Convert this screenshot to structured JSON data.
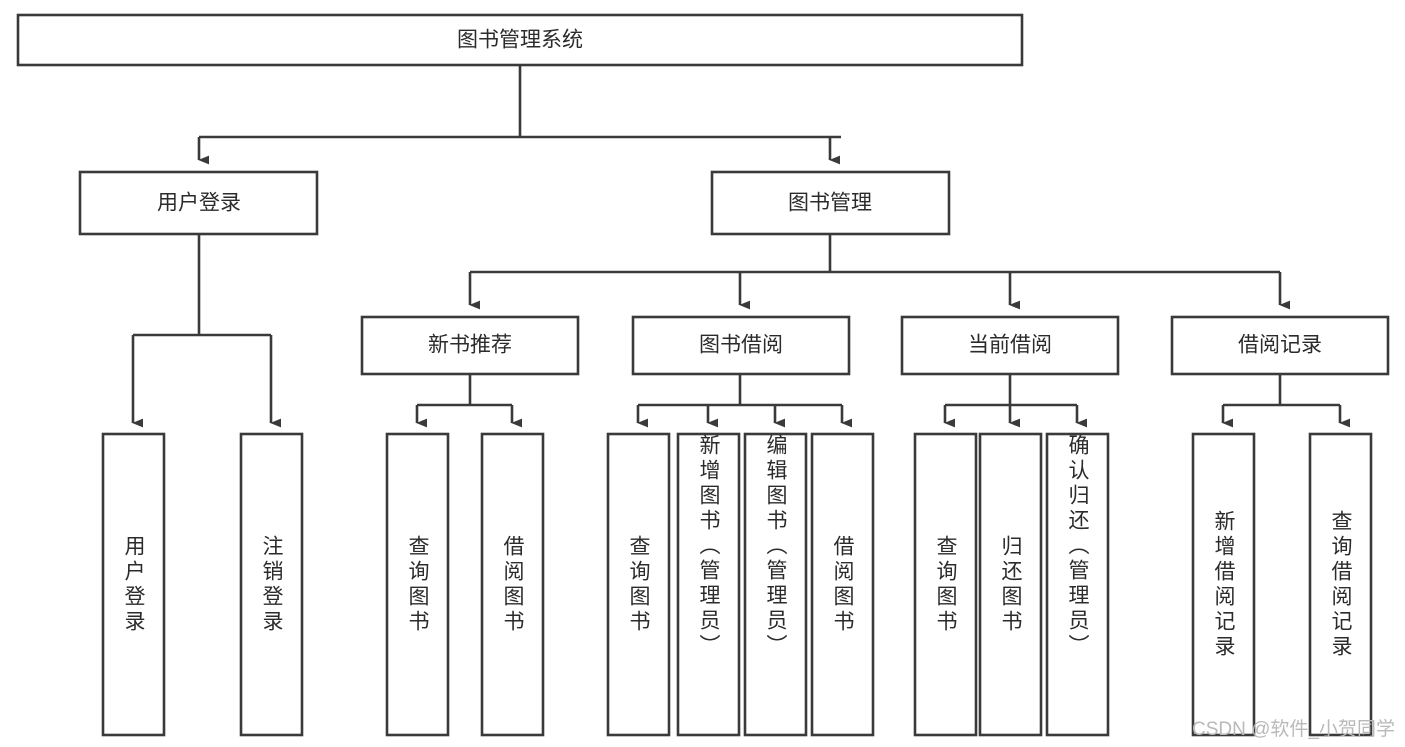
{
  "diagram": {
    "type": "tree",
    "title": "图书管理系统",
    "watermark": "CSDN @软件_小贺同学",
    "colors": {
      "box_fill": "#ffffff",
      "box_stroke": "#3a3a3a",
      "connector": "#3a3a3a",
      "text": "#2b2b2b",
      "watermark": "#b9b9b9",
      "background": "#ffffff"
    },
    "root": {
      "label": "图书管理系统"
    },
    "level2": [
      {
        "label": "用户登录"
      },
      {
        "label": "图书管理"
      }
    ],
    "level3": [
      {
        "label": "新书推荐"
      },
      {
        "label": "图书借阅"
      },
      {
        "label": "当前借阅"
      },
      {
        "label": "借阅记录"
      }
    ],
    "leaves": [
      {
        "label": "用户登录",
        "parent": "用户登录"
      },
      {
        "label": "注销登录",
        "parent": "用户登录"
      },
      {
        "label": "查询图书",
        "parent": "新书推荐"
      },
      {
        "label": "借阅图书",
        "parent": "新书推荐"
      },
      {
        "label": "查询图书",
        "parent": "图书借阅"
      },
      {
        "label": "新增图书（管理员）",
        "parent": "图书借阅"
      },
      {
        "label": "编辑图书（管理员）",
        "parent": "图书借阅"
      },
      {
        "label": "借阅图书",
        "parent": "图书借阅"
      },
      {
        "label": "查询图书",
        "parent": "当前借阅"
      },
      {
        "label": "归还图书",
        "parent": "当前借阅"
      },
      {
        "label": "确认归还（管理员）",
        "parent": "当前借阅"
      },
      {
        "label": "新增借阅记录",
        "parent": "借阅记录"
      },
      {
        "label": "查询借阅记录",
        "parent": "借阅记录"
      }
    ]
  }
}
